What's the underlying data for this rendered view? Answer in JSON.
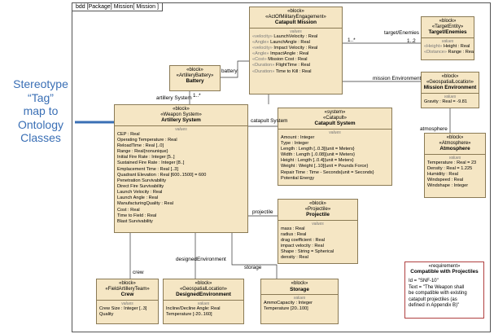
{
  "frame": {
    "tab": "bdd [Package] Mission[ Mission ]"
  },
  "annotation": {
    "lines": [
      "Stereotype",
      "“Tag”",
      "map to",
      "Ontology",
      "Classes"
    ]
  },
  "colors": {
    "block_fill": "#f5e6c4",
    "annotation_blue": "#3a6fb5",
    "requirement_border": "#b04040"
  },
  "blocks": {
    "catapult_mission": {
      "stereo1": "«block»",
      "stereo2": "«ActOfMilitaryEngagement»",
      "name": "Catapult Mission",
      "section": "values",
      "props": [
        {
          "g": "«velocity»",
          "t": " LaunchVelocity : Real"
        },
        {
          "g": "«Angle»",
          "t": " LaunchAngle : Real"
        },
        {
          "g": "«velocity»",
          "t": " Impact Velocity : Real"
        },
        {
          "g": "«Angle»",
          "t": " ImpactAngle : Real"
        },
        {
          "g": "«Cost»",
          "t": " Mission Cost : Real"
        },
        {
          "g": "«Duration»",
          "t": " FlightTime : Real"
        },
        {
          "g": "«Duration»",
          "t": " Time to Kill : Real"
        }
      ]
    },
    "target_enemies": {
      "stereo1": "«block»",
      "stereo2": "«TargetEntity»",
      "name": "Target/Enemies",
      "section": "values",
      "props": [
        {
          "g": "«Height»",
          "t": " Height : Real"
        },
        {
          "g": "«Distance»",
          "t": " Range : Real"
        }
      ]
    },
    "battery": {
      "stereo1": "«block»",
      "stereo2": "«ArtilleryBattery»",
      "name": "Battery"
    },
    "mission_environment": {
      "stereo1": "«block»",
      "stereo2": "«GeospatialLocation»",
      "name": "Mission Environment",
      "section": "values",
      "props": [
        {
          "g": "",
          "t": "Gravity : Real = -9.81"
        }
      ]
    },
    "artillery_system": {
      "stereo1": "«block»",
      "stereo2": "«Weapon System»",
      "name": "Artillery System",
      "section": "values",
      "props": [
        {
          "g": "",
          "t": "CEP : Real"
        },
        {
          "g": "",
          "t": "Operating Temperature : Real"
        },
        {
          "g": "",
          "t": "ReloadTime : Real [..0]"
        },
        {
          "g": "",
          "t": "Range : Real{nonunique}"
        },
        {
          "g": "",
          "t": "Initial Fire Rate : Integer [5..]"
        },
        {
          "g": "",
          "t": "Sustained Fire Rate : Integer [8..]"
        },
        {
          "g": "",
          "t": "Emplacement Time : Real [..3]"
        },
        {
          "g": "",
          "t": "Quadrant Elevation : Real [600..1500] = 600"
        },
        {
          "g": "",
          "t": "Penetration Survivability"
        },
        {
          "g": "",
          "t": "Direct Fire Survivability"
        },
        {
          "g": "",
          "t": "Launch Velocity : Real"
        },
        {
          "g": "",
          "t": "Launch Angle : Real"
        },
        {
          "g": "",
          "t": "ManufacturingQuality : Real"
        },
        {
          "g": "",
          "t": "Cost : Real"
        },
        {
          "g": "",
          "t": "Time to Field : Real"
        },
        {
          "g": "",
          "t": "Blast Survivability"
        }
      ]
    },
    "catapult_system": {
      "stereo1": "«system»",
      "stereo2": "«Catapult»",
      "name": "Catapult System",
      "section": "values",
      "props": [
        {
          "g": "",
          "t": "Amount : Integer"
        },
        {
          "g": "",
          "t": "Type : Integer"
        },
        {
          "g": "",
          "t": "Length : Length [..0.3]{unit = Meters}"
        },
        {
          "g": "",
          "t": "Width : Length [..0.08]{unit = Meters}"
        },
        {
          "g": "",
          "t": "Height : Length [..0.4]{unit = Meters}"
        },
        {
          "g": "",
          "t": "Weight : Weight [..10]{unit = Pounds Force}"
        },
        {
          "g": "",
          "t": "Repair Time : Time - Seconds{unit = Seconds}"
        },
        {
          "g": "",
          "t": "Potential Energy"
        }
      ]
    },
    "atmosphere": {
      "stereo1": "«block»",
      "stereo2": "«Atmosphere»",
      "name": "Atmosphere",
      "section": "values",
      "props": [
        {
          "g": "",
          "t": "Temperature : Real = 23"
        },
        {
          "g": "",
          "t": "Density : Real = 1.225"
        },
        {
          "g": "",
          "t": "Humidity : Real"
        },
        {
          "g": "",
          "t": "Windspeed : Real"
        },
        {
          "g": "",
          "t": "Windshape : Integer"
        }
      ]
    },
    "projectile": {
      "stereo1": "«block»",
      "stereo2": "«Projectile»",
      "name": "Projectile",
      "section": "values",
      "props": [
        {
          "g": "",
          "t": "mass : Real"
        },
        {
          "g": "",
          "t": "radius : Real"
        },
        {
          "g": "",
          "t": "drag coefficient : Real"
        },
        {
          "g": "",
          "t": "impact velocity : Real"
        },
        {
          "g": "",
          "t": "Shape : String = Spherical"
        },
        {
          "g": "",
          "t": "density : Real"
        }
      ]
    },
    "crew": {
      "stereo1": "«block»",
      "stereo2": "«FieldArtilleryTeam»",
      "name": "Crew",
      "section": "values",
      "props": [
        {
          "g": "",
          "t": "Crew Size : Integer [..3]"
        },
        {
          "g": "",
          "t": "Quality"
        }
      ]
    },
    "designed_environment": {
      "stereo1": "«block»",
      "stereo2": "«GeospatialLocation»",
      "name": "DesignedEnvironment",
      "section": "values",
      "props": [
        {
          "g": "",
          "t": "Incline/Decline Angle: Real"
        },
        {
          "g": "",
          "t": "Temperature [-20..160]"
        }
      ]
    },
    "storage": {
      "stereo1": "«block»",
      "stereo2": "",
      "name": "Storage",
      "section": "values",
      "props": [
        {
          "g": "",
          "t": "AmmoCapacity : Integer"
        },
        {
          "g": "",
          "t": "Temperature [20..100]"
        }
      ]
    }
  },
  "requirement": {
    "stereo": "«requirement»",
    "name": "Compatible with Projectiles",
    "id_line": "Id = \"SNF-10\"",
    "text_lines": [
      "Text = \"The Weapon shall",
      "be compatible with existing",
      "catapult projectiles (as",
      "defined in Appendix B)\""
    ]
  },
  "connectors": {
    "target_enemies": "target/Enemies",
    "mult_1_star": "1..*",
    "mult_1_2": "1..2",
    "battery": "battery",
    "mission_environment": "mission Environment",
    "artillery_system_top": "artillery System",
    "mult_artillery": "1..*",
    "catapult_system": "catapult System",
    "atmosphere": "atmosphere",
    "projectile": "projectile",
    "crew": "crew",
    "designed_environment": "designedEnvironment",
    "storage": "storage"
  }
}
